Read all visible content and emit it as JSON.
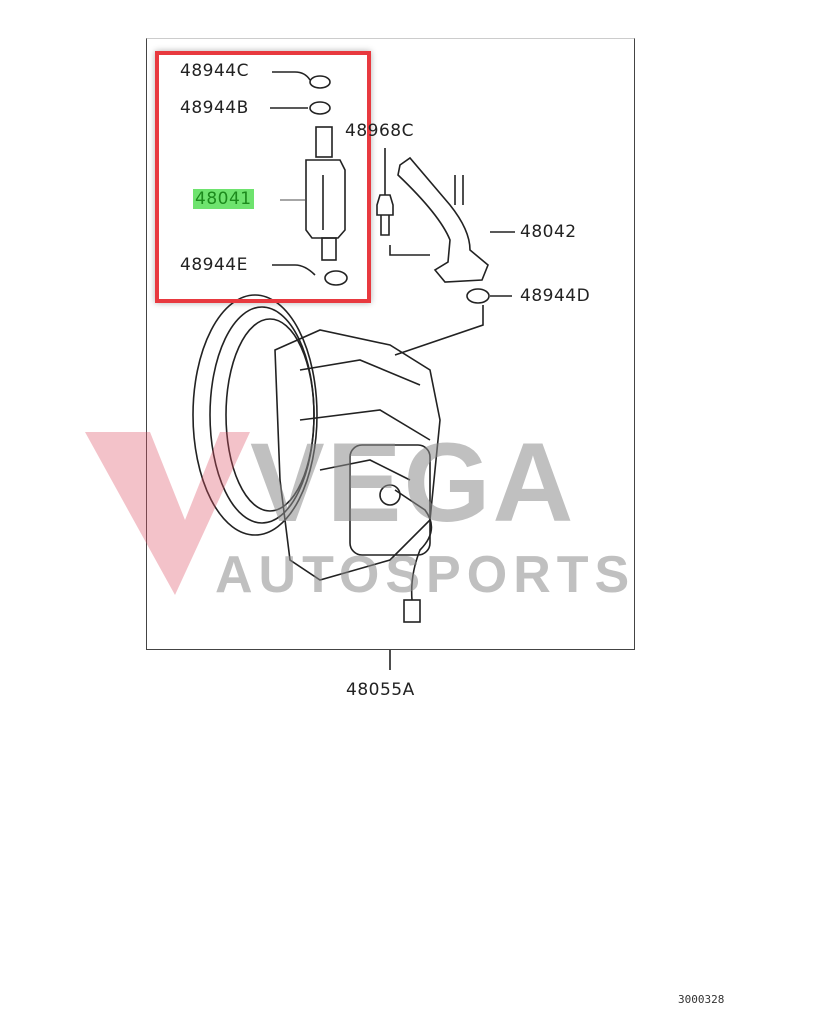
{
  "parts": {
    "oring_c": "48944C",
    "oring_b": "48944B",
    "bolt": "48968C",
    "switch": "48041",
    "pipe": "48042",
    "oring_e": "48944E",
    "oring_d": "48944D",
    "pump_assy": "48055A"
  },
  "highlight_color": "#6ee36e",
  "selection_box_color": "#e8393f",
  "watermark": {
    "line1": "VEGA",
    "line2": "AUTOSPORTS"
  },
  "diagram_code": "3000328"
}
